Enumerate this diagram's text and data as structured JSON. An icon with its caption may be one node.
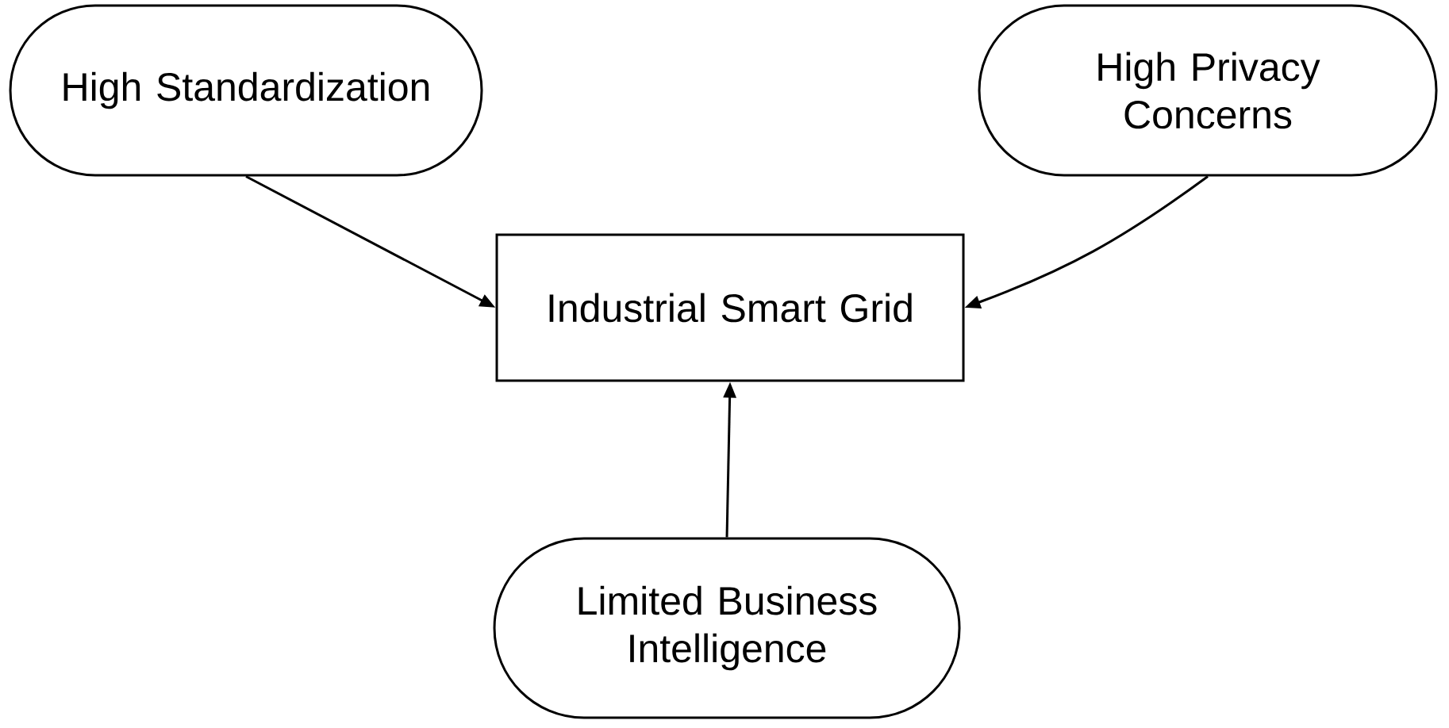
{
  "diagram": {
    "nodes": [
      {
        "text": [
          "High Standardization"
        ]
      },
      {
        "text": [
          "High Privacy Concerns"
        ]
      },
      {
        "text": [
          "Industrial Smart Grid"
        ]
      },
      {
        "text": [
          "Limited Business Intelligence"
        ]
      }
    ],
    "edges": [
      {
        "from": 0,
        "to": 2,
        "arrow": "to"
      },
      {
        "from": 1,
        "to": 2,
        "arrow": "to"
      },
      {
        "from": 3,
        "to": 2,
        "arrow": "to"
      }
    ]
  }
}
